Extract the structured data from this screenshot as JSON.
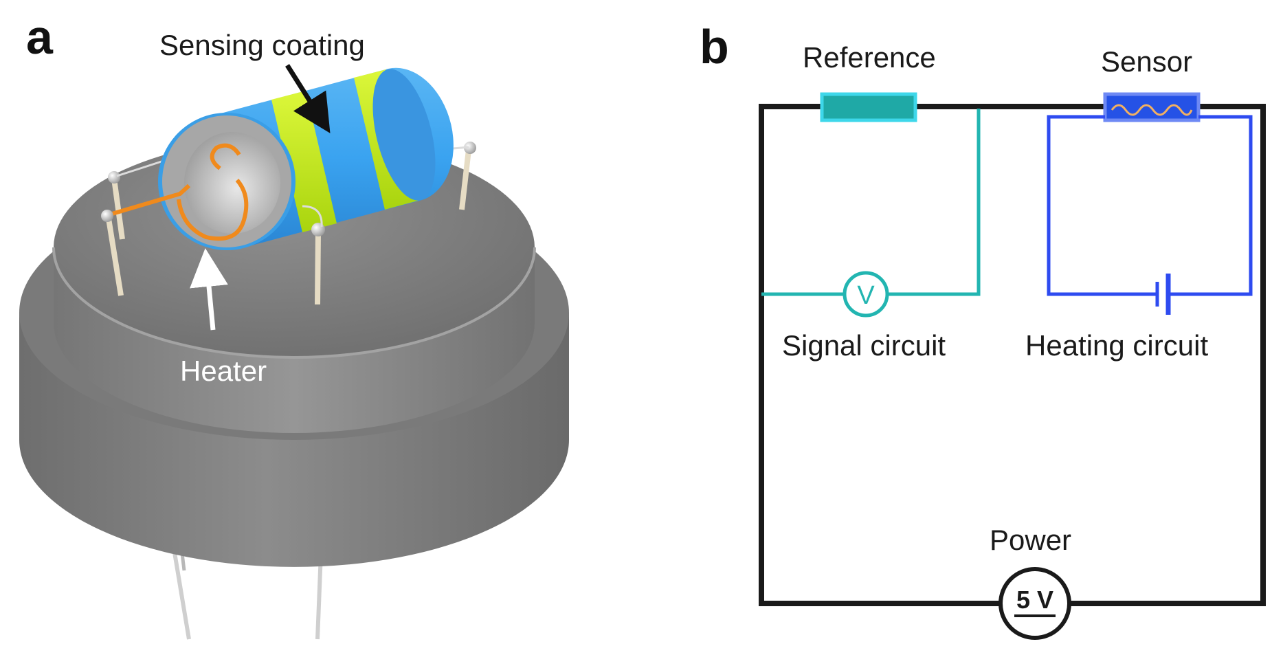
{
  "panel_a": {
    "letter": "a",
    "sensing_coating_label": "Sensing coating",
    "heater_label": "Heater"
  },
  "panel_b": {
    "letter": "b",
    "reference_label": "Reference",
    "sensor_label": "Sensor",
    "voltmeter_symbol": "V",
    "signal_circuit_label": "Signal circuit",
    "heating_circuit_label": "Heating circuit",
    "power_label": "Power",
    "power_value": "5 V"
  },
  "colors": {
    "signal_wire": "#22b5b1",
    "reference_fill": "#1fa9a6",
    "reference_border": "#3ed7ea",
    "heating_wire": "#2e4bf0",
    "sensor_fill": "#2552e6",
    "heater_coil": "#f08a1c",
    "coating_blue": "#3aa3f0",
    "coating_band": "#c8ef1a",
    "base_gray": "#8a8a8a",
    "frame": "#1a1a1a"
  }
}
